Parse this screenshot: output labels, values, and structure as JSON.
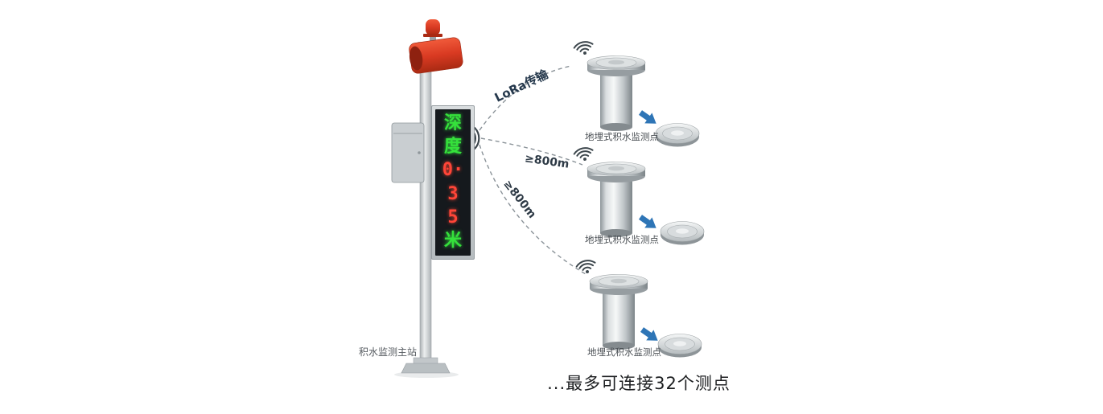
{
  "colors": {
    "alarm_red": "#d93a22",
    "led_green": "#35e13b",
    "led_red": "#ff4538",
    "arrow_blue": "#2e75b6",
    "dashed_line_gray": "#8a9298",
    "steel_gray": "#c9ced1"
  },
  "main_station": {
    "label": "积水监测主站",
    "display_chars": [
      {
        "text": "深",
        "color": "green"
      },
      {
        "text": "度",
        "color": "green"
      },
      {
        "text": "0·",
        "color": "red"
      },
      {
        "text": "3",
        "color": "red"
      },
      {
        "text": "5",
        "color": "red"
      },
      {
        "text": "米",
        "color": "green"
      }
    ]
  },
  "links": [
    {
      "label": "LoRa传输"
    },
    {
      "label": "≥800m"
    },
    {
      "label": "≥800m"
    }
  ],
  "sensors": [
    {
      "label": "地埋式积水监测点"
    },
    {
      "label": "地埋式积水监测点"
    },
    {
      "label": "地埋式积水监测点"
    }
  ],
  "footer": {
    "text": "...最多可连接32个测点"
  }
}
